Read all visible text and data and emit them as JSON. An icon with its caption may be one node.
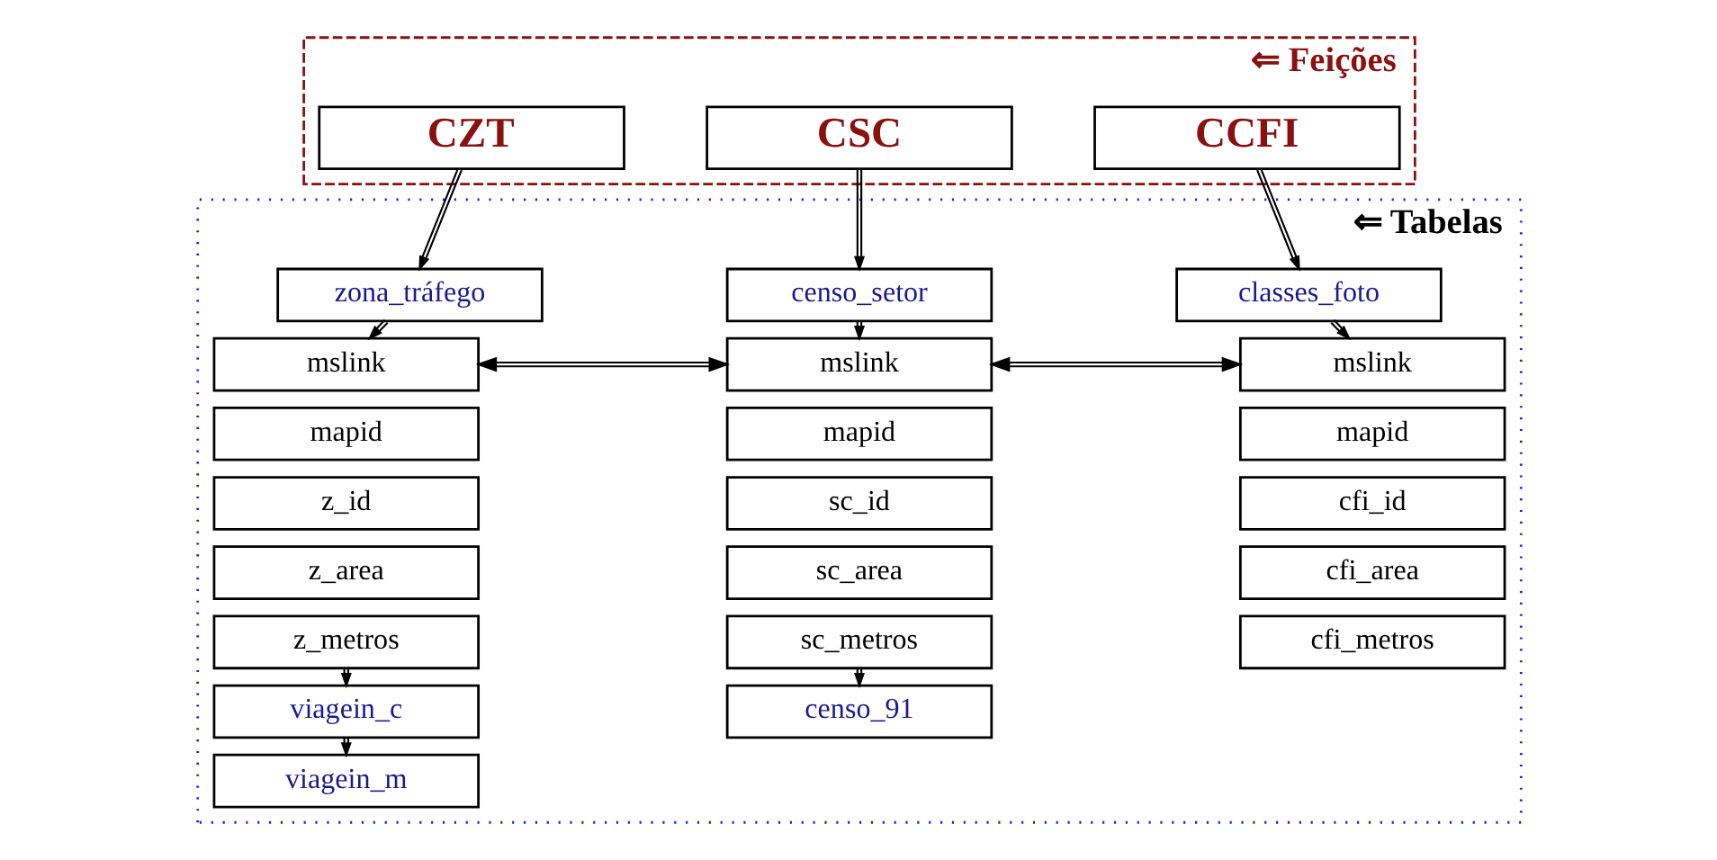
{
  "diagram": {
    "nodes": [
      {
        "text": [
          "⇐ Feições"
        ]
      },
      {
        "text": [
          "CCFI"
        ],
        "in": 0
      },
      {
        "text": [
          "CSC"
        ],
        "in": 0
      },
      {
        "text": [
          "CZT"
        ],
        "in": 0
      },
      {
        "text": [
          "⇐ Tabelas"
        ]
      },
      {
        "text": [
          "classes_foto"
        ],
        "in": 4
      },
      {
        "text": [
          "censo_setor"
        ],
        "in": 4
      },
      {
        "text": [
          "zona_tráfego"
        ],
        "in": 4
      },
      {
        "text": [
          "mslink"
        ],
        "in": 4
      },
      {
        "text": [
          "mslink"
        ],
        "in": 4
      },
      {
        "text": [
          "mslink"
        ],
        "in": 4
      },
      {
        "text": [
          "mapid"
        ],
        "in": 4
      },
      {
        "text": [
          "mapid"
        ],
        "in": 4
      },
      {
        "text": [
          "mapid"
        ],
        "in": 4
      },
      {
        "text": [
          "cfi_id"
        ],
        "in": 4
      },
      {
        "text": [
          "sc_id"
        ],
        "in": 4
      },
      {
        "text": [
          "z_id"
        ],
        "in": 4
      },
      {
        "text": [
          "cfi_area"
        ],
        "in": 4
      },
      {
        "text": [
          "sc_area"
        ],
        "in": 4
      },
      {
        "text": [
          "z_area"
        ],
        "in": 4
      },
      {
        "text": [
          "cfi_metros"
        ],
        "in": 4
      },
      {
        "text": [
          "sc_metros"
        ],
        "in": 4
      },
      {
        "text": [
          "z_metros"
        ],
        "in": 4
      },
      {
        "text": [
          "censo_91"
        ],
        "in": 4
      },
      {
        "text": [
          "viagein_c"
        ],
        "in": 4
      },
      {
        "text": [
          "viagein_m"
        ],
        "in": 4
      }
    ],
    "edges": [
      {
        "from": 1,
        "to": 5,
        "arrow": "to"
      },
      {
        "from": 2,
        "to": 6,
        "arrow": "to"
      },
      {
        "from": 3,
        "to": 7,
        "arrow": "to"
      },
      {
        "from": 5,
        "to": 8,
        "arrow": "to"
      },
      {
        "from": 6,
        "to": 9,
        "arrow": "to"
      },
      {
        "from": 7,
        "to": 10,
        "arrow": "to"
      },
      {
        "from": 8,
        "to": 9,
        "arrow": "both"
      },
      {
        "from": 9,
        "to": 10,
        "arrow": "both"
      },
      {
        "from": 21,
        "to": 23,
        "arrow": "to"
      },
      {
        "from": 22,
        "to": 24,
        "arrow": "to"
      },
      {
        "from": 24,
        "to": 25,
        "arrow": "to"
      }
    ]
  }
}
